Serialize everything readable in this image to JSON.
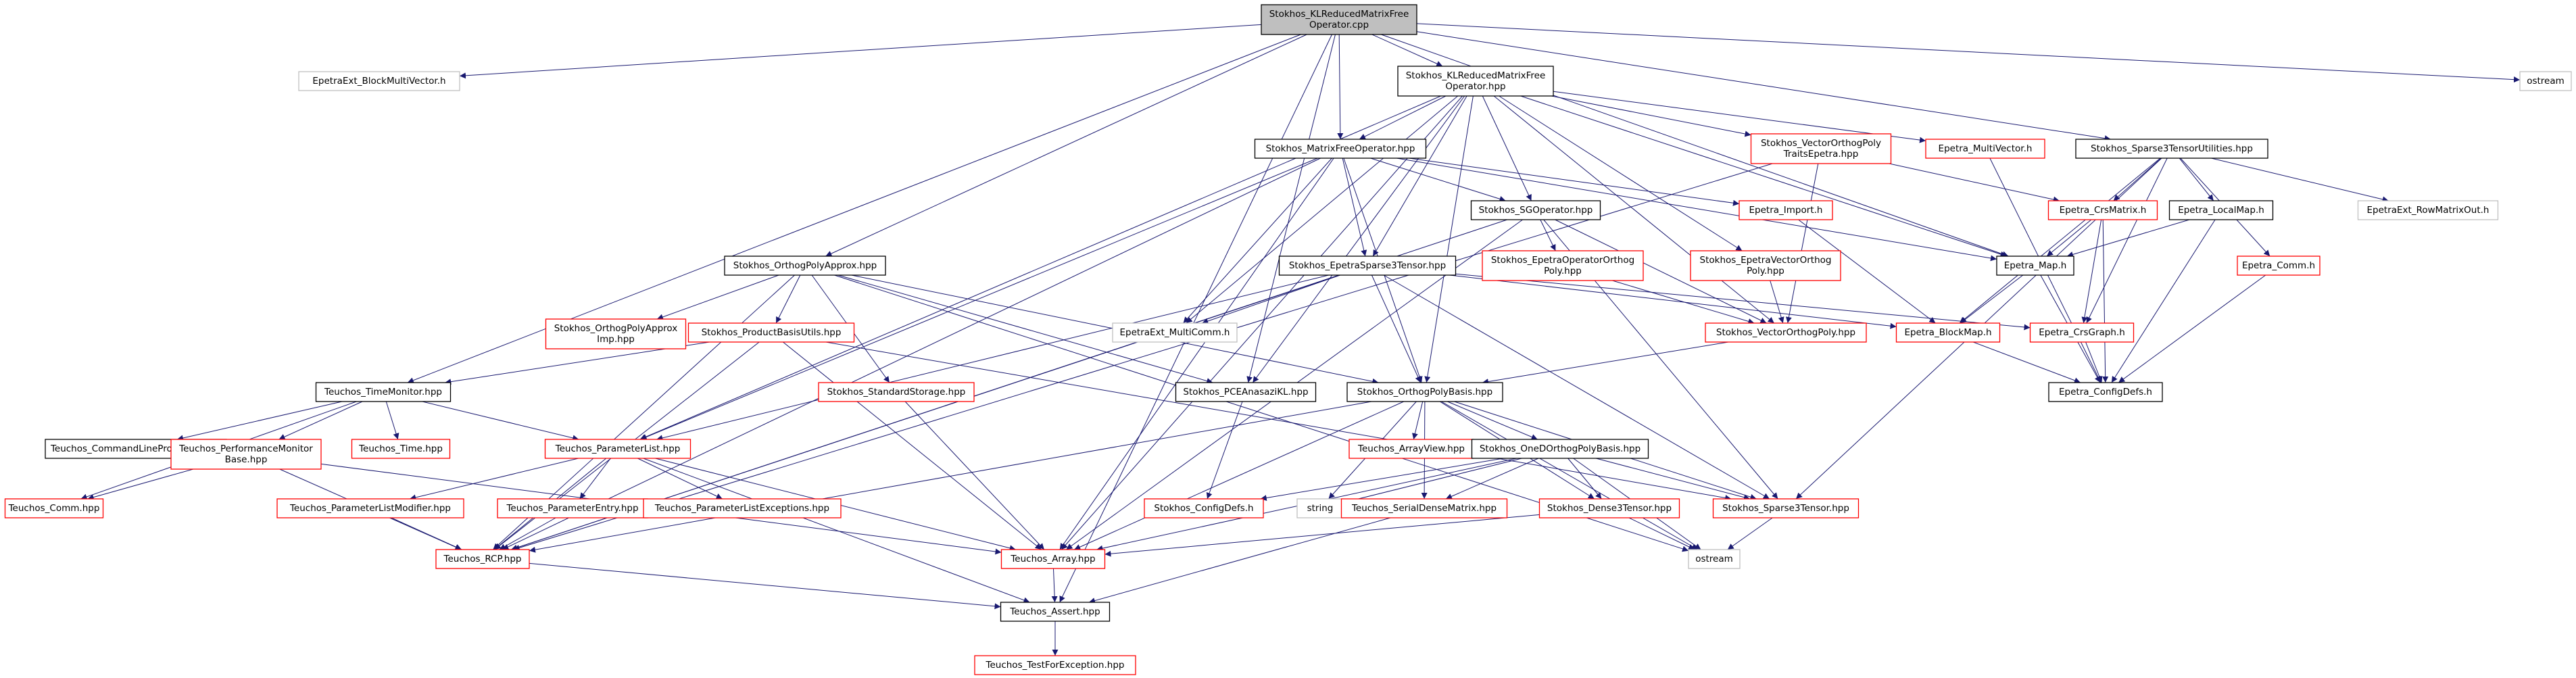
{
  "graph": {
    "nodes": [
      {
        "id": "root",
        "lines": [
          "Stokhos_KLReducedMatrixFree",
          "Operator.cpp"
        ],
        "kind": "root"
      },
      {
        "id": "blockmv",
        "lines": [
          "EpetraExt_BlockMultiVector.h"
        ],
        "kind": "external"
      },
      {
        "id": "klhpp",
        "lines": [
          "Stokhos_KLReducedMatrixFree",
          "Operator.hpp"
        ],
        "kind": "normal"
      },
      {
        "id": "sparse3util",
        "lines": [
          "Stokhos_Sparse3TensorUtilities.hpp"
        ],
        "kind": "normal"
      },
      {
        "id": "ostream_top",
        "lines": [
          "ostream"
        ],
        "kind": "external"
      },
      {
        "id": "mfop",
        "lines": [
          "Stokhos_MatrixFreeOperator.hpp"
        ],
        "kind": "normal"
      },
      {
        "id": "vecorthtraits",
        "lines": [
          "Stokhos_VectorOrthogPoly",
          "TraitsEpetra.hpp"
        ],
        "kind": "missing"
      },
      {
        "id": "epmv",
        "lines": [
          "Epetra_MultiVector.h"
        ],
        "kind": "missing"
      },
      {
        "id": "crsmatrix",
        "lines": [
          "Epetra_CrsMatrix.h"
        ],
        "kind": "missing"
      },
      {
        "id": "localmap",
        "lines": [
          "Epetra_LocalMap.h"
        ],
        "kind": "normal"
      },
      {
        "id": "comm",
        "lines": [
          "Epetra_Comm.h"
        ],
        "kind": "missing"
      },
      {
        "id": "rowmatrixout",
        "lines": [
          "EpetraExt_RowMatrixOut.h"
        ],
        "kind": "external"
      },
      {
        "id": "import",
        "lines": [
          "Epetra_Import.h"
        ],
        "kind": "missing"
      },
      {
        "id": "sgop",
        "lines": [
          "Stokhos_SGOperator.hpp"
        ],
        "kind": "normal"
      },
      {
        "id": "map",
        "lines": [
          "Epetra_Map.h"
        ],
        "kind": "normal"
      },
      {
        "id": "orthapprox",
        "lines": [
          "Stokhos_OrthogPolyApprox.hpp"
        ],
        "kind": "normal"
      },
      {
        "id": "epsparse3",
        "lines": [
          "Stokhos_EpetraSparse3Tensor.hpp"
        ],
        "kind": "normal"
      },
      {
        "id": "epvecorth",
        "lines": [
          "Stokhos_EpetraVectorOrthog",
          "Poly.hpp"
        ],
        "kind": "missing"
      },
      {
        "id": "epoporth",
        "lines": [
          "Stokhos_EpetraOperatorOrthog",
          "Poly.hpp"
        ],
        "kind": "missing"
      },
      {
        "id": "orthapproximp",
        "lines": [
          "Stokhos_OrthogPolyApprox",
          "Imp.hpp"
        ],
        "kind": "missing"
      },
      {
        "id": "prodbasis",
        "lines": [
          "Stokhos_ProductBasisUtils.hpp"
        ],
        "kind": "missing"
      },
      {
        "id": "multicomm",
        "lines": [
          "EpetraExt_MultiComm.h"
        ],
        "kind": "external"
      },
      {
        "id": "vecorth",
        "lines": [
          "Stokhos_VectorOrthogPoly.hpp"
        ],
        "kind": "missing"
      },
      {
        "id": "blockmap",
        "lines": [
          "Epetra_BlockMap.h"
        ],
        "kind": "missing"
      },
      {
        "id": "crsgraph",
        "lines": [
          "Epetra_CrsGraph.h"
        ],
        "kind": "missing"
      },
      {
        "id": "configdefs_ep",
        "lines": [
          "Epetra_ConfigDefs.h"
        ],
        "kind": "normal"
      },
      {
        "id": "timemon",
        "lines": [
          "Teuchos_TimeMonitor.hpp"
        ],
        "kind": "normal"
      },
      {
        "id": "stdstorage",
        "lines": [
          "Stokhos_StandardStorage.hpp"
        ],
        "kind": "missing"
      },
      {
        "id": "pceanasazi",
        "lines": [
          "Stokhos_PCEAnasaziKL.hpp"
        ],
        "kind": "normal"
      },
      {
        "id": "orthbasis",
        "lines": [
          "Stokhos_OrthogPolyBasis.hpp"
        ],
        "kind": "normal"
      },
      {
        "id": "cmdline",
        "lines": [
          "Teuchos_CommandLineProcessor.hpp"
        ],
        "kind": "normal"
      },
      {
        "id": "perfmon",
        "lines": [
          "Teuchos_PerformanceMonitor",
          "Base.hpp"
        ],
        "kind": "missing"
      },
      {
        "id": "time",
        "lines": [
          "Teuchos_Time.hpp"
        ],
        "kind": "missing"
      },
      {
        "id": "paramlist",
        "lines": [
          "Teuchos_ParameterList.hpp"
        ],
        "kind": "missing"
      },
      {
        "id": "arrayview",
        "lines": [
          "Teuchos_ArrayView.hpp"
        ],
        "kind": "missing"
      },
      {
        "id": "onedorth",
        "lines": [
          "Stokhos_OneDOrthogPolyBasis.hpp"
        ],
        "kind": "normal"
      },
      {
        "id": "tcomm",
        "lines": [
          "Teuchos_Comm.hpp"
        ],
        "kind": "missing"
      },
      {
        "id": "plmodifier",
        "lines": [
          "Teuchos_ParameterListModifier.hpp"
        ],
        "kind": "missing"
      },
      {
        "id": "pentry",
        "lines": [
          "Teuchos_ParameterEntry.hpp"
        ],
        "kind": "missing"
      },
      {
        "id": "plexc",
        "lines": [
          "Teuchos_ParameterListExceptions.hpp"
        ],
        "kind": "missing"
      },
      {
        "id": "configdefs_st",
        "lines": [
          "Stokhos_ConfigDefs.h"
        ],
        "kind": "missing"
      },
      {
        "id": "string",
        "lines": [
          "string"
        ],
        "kind": "external"
      },
      {
        "id": "serialdense",
        "lines": [
          "Teuchos_SerialDenseMatrix.hpp"
        ],
        "kind": "missing"
      },
      {
        "id": "dense3",
        "lines": [
          "Stokhos_Dense3Tensor.hpp"
        ],
        "kind": "missing"
      },
      {
        "id": "sparse3",
        "lines": [
          "Stokhos_Sparse3Tensor.hpp"
        ],
        "kind": "missing"
      },
      {
        "id": "rcp",
        "lines": [
          "Teuchos_RCP.hpp"
        ],
        "kind": "missing"
      },
      {
        "id": "array",
        "lines": [
          "Teuchos_Array.hpp"
        ],
        "kind": "missing"
      },
      {
        "id": "ostream_bot",
        "lines": [
          "ostream"
        ],
        "kind": "external"
      },
      {
        "id": "assert",
        "lines": [
          "Teuchos_Assert.hpp"
        ],
        "kind": "normal"
      },
      {
        "id": "testfor",
        "lines": [
          "Teuchos_TestForException.hpp"
        ],
        "kind": "missing"
      }
    ],
    "edges": [
      [
        "root",
        "blockmv"
      ],
      [
        "root",
        "klhpp"
      ],
      [
        "root",
        "sparse3util"
      ],
      [
        "root",
        "ostream_top"
      ],
      [
        "root",
        "mfop"
      ],
      [
        "root",
        "orthapprox"
      ],
      [
        "root",
        "timemon"
      ],
      [
        "root",
        "map"
      ],
      [
        "root",
        "assert"
      ],
      [
        "root",
        "pceanasazi"
      ],
      [
        "klhpp",
        "mfop"
      ],
      [
        "klhpp",
        "vecorthtraits"
      ],
      [
        "klhpp",
        "epmv"
      ],
      [
        "klhpp",
        "map"
      ],
      [
        "klhpp",
        "sgop"
      ],
      [
        "klhpp",
        "epsparse3"
      ],
      [
        "klhpp",
        "epvecorth"
      ],
      [
        "klhpp",
        "multicomm"
      ],
      [
        "klhpp",
        "vecorth"
      ],
      [
        "klhpp",
        "orthbasis"
      ],
      [
        "klhpp",
        "paramlist"
      ],
      [
        "klhpp",
        "array"
      ],
      [
        "klhpp",
        "pceanasazi"
      ],
      [
        "mfop",
        "import"
      ],
      [
        "mfop",
        "map"
      ],
      [
        "mfop",
        "sgop"
      ],
      [
        "mfop",
        "epsparse3"
      ],
      [
        "mfop",
        "multicomm"
      ],
      [
        "mfop",
        "orthbasis"
      ],
      [
        "mfop",
        "paramlist"
      ],
      [
        "mfop",
        "rcp"
      ],
      [
        "mfop",
        "array"
      ],
      [
        "vecorthtraits",
        "crsmatrix"
      ],
      [
        "vecorthtraits",
        "vecorth"
      ],
      [
        "vecorthtraits",
        "rcp"
      ],
      [
        "epmv",
        "configdefs_ep"
      ],
      [
        "sparse3util",
        "crsmatrix"
      ],
      [
        "sparse3util",
        "localmap"
      ],
      [
        "sparse3util",
        "comm"
      ],
      [
        "sparse3util",
        "rowmatrixout"
      ],
      [
        "sparse3util",
        "blockmap"
      ],
      [
        "sparse3util",
        "crsgraph"
      ],
      [
        "sparse3util",
        "sparse3"
      ],
      [
        "crsmatrix",
        "map"
      ],
      [
        "crsmatrix",
        "crsgraph"
      ],
      [
        "crsmatrix",
        "configdefs_ep"
      ],
      [
        "localmap",
        "map"
      ],
      [
        "localmap",
        "configdefs_ep"
      ],
      [
        "comm",
        "configdefs_ep"
      ],
      [
        "import",
        "blockmap"
      ],
      [
        "sgop",
        "epoporth"
      ],
      [
        "sgop",
        "vecorth"
      ],
      [
        "sgop",
        "sparse3"
      ],
      [
        "sgop",
        "rcp"
      ],
      [
        "sgop",
        "array"
      ],
      [
        "map",
        "blockmap"
      ],
      [
        "map",
        "configdefs_ep"
      ],
      [
        "epsparse3",
        "multicomm"
      ],
      [
        "epsparse3",
        "orthbasis"
      ],
      [
        "epsparse3",
        "crsgraph"
      ],
      [
        "epsparse3",
        "blockmap"
      ],
      [
        "epsparse3",
        "sparse3"
      ],
      [
        "epsparse3",
        "paramlist"
      ],
      [
        "epsparse3",
        "rcp"
      ],
      [
        "epvecorth",
        "vecorth"
      ],
      [
        "epoporth",
        "vecorth"
      ],
      [
        "vecorth",
        "orthbasis"
      ],
      [
        "blockmap",
        "configdefs_ep"
      ],
      [
        "crsgraph",
        "configdefs_ep"
      ],
      [
        "orthapprox",
        "orthapproximp"
      ],
      [
        "orthapprox",
        "prodbasis"
      ],
      [
        "orthapprox",
        "stdstorage"
      ],
      [
        "orthapprox",
        "pceanasazi"
      ],
      [
        "orthapprox",
        "orthbasis"
      ],
      [
        "orthapprox",
        "rcp"
      ],
      [
        "orthapprox",
        "ostream_bot"
      ],
      [
        "prodbasis",
        "timemon"
      ],
      [
        "prodbasis",
        "sparse3"
      ],
      [
        "prodbasis",
        "array"
      ],
      [
        "prodbasis",
        "rcp"
      ],
      [
        "timemon",
        "cmdline"
      ],
      [
        "timemon",
        "perfmon"
      ],
      [
        "timemon",
        "time"
      ],
      [
        "timemon",
        "paramlist"
      ],
      [
        "timemon",
        "tcomm"
      ],
      [
        "stdstorage",
        "array"
      ],
      [
        "pceanasazi",
        "configdefs_st"
      ],
      [
        "orthbasis",
        "arrayview"
      ],
      [
        "orthbasis",
        "onedorth"
      ],
      [
        "orthbasis",
        "string"
      ],
      [
        "orthbasis",
        "serialdense"
      ],
      [
        "orthbasis",
        "dense3"
      ],
      [
        "orthbasis",
        "sparse3"
      ],
      [
        "orthbasis",
        "array"
      ],
      [
        "orthbasis",
        "rcp"
      ],
      [
        "orthbasis",
        "ostream_bot"
      ],
      [
        "perfmon",
        "tcomm"
      ],
      [
        "perfmon",
        "rcp"
      ],
      [
        "perfmon",
        "array"
      ],
      [
        "paramlist",
        "plmodifier"
      ],
      [
        "paramlist",
        "pentry"
      ],
      [
        "paramlist",
        "plexc"
      ],
      [
        "paramlist",
        "rcp"
      ],
      [
        "paramlist",
        "array"
      ],
      [
        "paramlist",
        "assert"
      ],
      [
        "onedorth",
        "configdefs_st"
      ],
      [
        "onedorth",
        "string"
      ],
      [
        "onedorth",
        "serialdense"
      ],
      [
        "onedorth",
        "dense3"
      ],
      [
        "onedorth",
        "sparse3"
      ],
      [
        "onedorth",
        "array"
      ],
      [
        "onedorth",
        "ostream_bot"
      ],
      [
        "plmodifier",
        "rcp"
      ],
      [
        "pentry",
        "rcp"
      ],
      [
        "serialdense",
        "assert"
      ],
      [
        "dense3",
        "array"
      ],
      [
        "dense3",
        "ostream_bot"
      ],
      [
        "sparse3",
        "ostream_bot"
      ],
      [
        "rcp",
        "assert"
      ],
      [
        "array",
        "assert"
      ],
      [
        "assert",
        "testfor"
      ]
    ]
  },
  "style": {
    "edge_color": "#191970",
    "border_normal": "#000000",
    "border_missing": "#ff0000",
    "border_external": "#bfbfbf",
    "root_fill": "#bfbfbf",
    "fill": "#ffffff",
    "text_color": "#000000"
  }
}
